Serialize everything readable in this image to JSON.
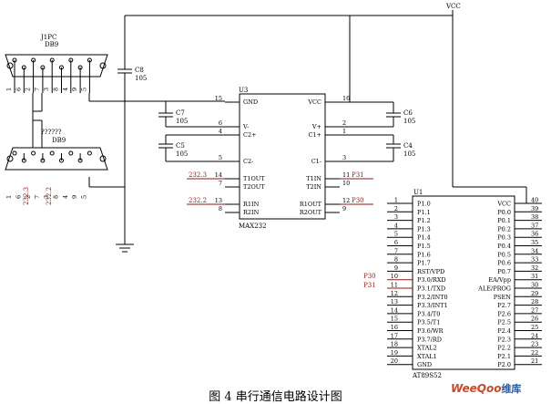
{
  "vcc_label": "VCC",
  "j1": {
    "name": "J1PC",
    "type": "DB9",
    "pins": [
      "1",
      "6",
      "2",
      "7",
      "3",
      "8",
      "4",
      "9",
      "5"
    ]
  },
  "j2": {
    "name": "??????",
    "type": "DB9",
    "pins": [
      "1",
      "6",
      "2",
      "7",
      "3",
      "8",
      "4",
      "9",
      "5"
    ]
  },
  "j2_side_labels": [
    "232.3",
    "232.2"
  ],
  "c8": {
    "name": "C8",
    "value": "105"
  },
  "c7": {
    "name": "C7",
    "value": "105"
  },
  "c5": {
    "name": "C5",
    "value": "105"
  },
  "c6": {
    "name": "C6",
    "value": "105"
  },
  "c4": {
    "name": "C4",
    "value": "105"
  },
  "u3": {
    "ref": "U3",
    "part": "MAX232",
    "left_pins": [
      {
        "num": "15",
        "name": "GND"
      },
      {
        "num": "6",
        "name": "V-"
      },
      {
        "num": "4",
        "name": "C2+"
      },
      {
        "num": "5",
        "name": "C2-"
      },
      {
        "num": "14",
        "name": "T1OUT"
      },
      {
        "num": "7",
        "name": "T2OUT"
      },
      {
        "num": "13",
        "name": "R1IN"
      },
      {
        "num": "8",
        "name": "R2IN"
      }
    ],
    "right_pins": [
      {
        "num": "16",
        "name": "VCC"
      },
      {
        "num": "2",
        "name": "V+"
      },
      {
        "num": "1",
        "name": "C1+"
      },
      {
        "num": "3",
        "name": "C1-"
      },
      {
        "num": "11",
        "name": "T1IN"
      },
      {
        "num": "10",
        "name": "T2IN"
      },
      {
        "num": "12",
        "name": "R1OUT"
      },
      {
        "num": "9",
        "name": "R2OUT"
      }
    ],
    "net_left": [
      "232.3",
      "232.2"
    ],
    "net_right": [
      "P31",
      "P30"
    ]
  },
  "u1": {
    "ref": "U1",
    "part": "AT89S52",
    "left_pins": [
      {
        "num": "1",
        "name": "P1.0"
      },
      {
        "num": "2",
        "name": "P1.1"
      },
      {
        "num": "3",
        "name": "P1.2"
      },
      {
        "num": "4",
        "name": "P1.3"
      },
      {
        "num": "5",
        "name": "P1.4"
      },
      {
        "num": "6",
        "name": "P1.5"
      },
      {
        "num": "7",
        "name": "P1.6"
      },
      {
        "num": "8",
        "name": "P1.7"
      },
      {
        "num": "9",
        "name": "RST/VPD"
      },
      {
        "num": "10",
        "name": "P3.0/RXD"
      },
      {
        "num": "11",
        "name": "P3.1/TXD"
      },
      {
        "num": "12",
        "name": "P3.2/INT0"
      },
      {
        "num": "13",
        "name": "P3.3/INT1"
      },
      {
        "num": "14",
        "name": "P3.4/T0"
      },
      {
        "num": "15",
        "name": "P3.5/T1"
      },
      {
        "num": "16",
        "name": "P3.6/WR"
      },
      {
        "num": "17",
        "name": "P3.7/RD"
      },
      {
        "num": "18",
        "name": "XTAL2"
      },
      {
        "num": "19",
        "name": "XTAL1"
      },
      {
        "num": "20",
        "name": "GND"
      }
    ],
    "right_pins": [
      {
        "num": "40",
        "name": "VCC"
      },
      {
        "num": "39",
        "name": "P0.0"
      },
      {
        "num": "38",
        "name": "P0.1"
      },
      {
        "num": "37",
        "name": "P0.2"
      },
      {
        "num": "36",
        "name": "P0.3"
      },
      {
        "num": "35",
        "name": "P0.4"
      },
      {
        "num": "34",
        "name": "P0.5"
      },
      {
        "num": "33",
        "name": "P0.6"
      },
      {
        "num": "32",
        "name": "P0.7"
      },
      {
        "num": "31",
        "name": "EA/Vpp"
      },
      {
        "num": "30",
        "name": "ALE/PROG"
      },
      {
        "num": "29",
        "name": "PSEN"
      },
      {
        "num": "28",
        "name": "P2.7"
      },
      {
        "num": "27",
        "name": "P2.6"
      },
      {
        "num": "26",
        "name": "P2.5"
      },
      {
        "num": "25",
        "name": "P2.4"
      },
      {
        "num": "24",
        "name": "P2.3"
      },
      {
        "num": "23",
        "name": "P2.2"
      },
      {
        "num": "22",
        "name": "P2.1"
      },
      {
        "num": "21",
        "name": "P2.0"
      }
    ],
    "net_left": [
      "P30",
      "P31"
    ]
  },
  "caption": "图 4  串行通信电路设计图",
  "watermark": {
    "brand": "WeeQoo",
    "cn": "维库"
  }
}
